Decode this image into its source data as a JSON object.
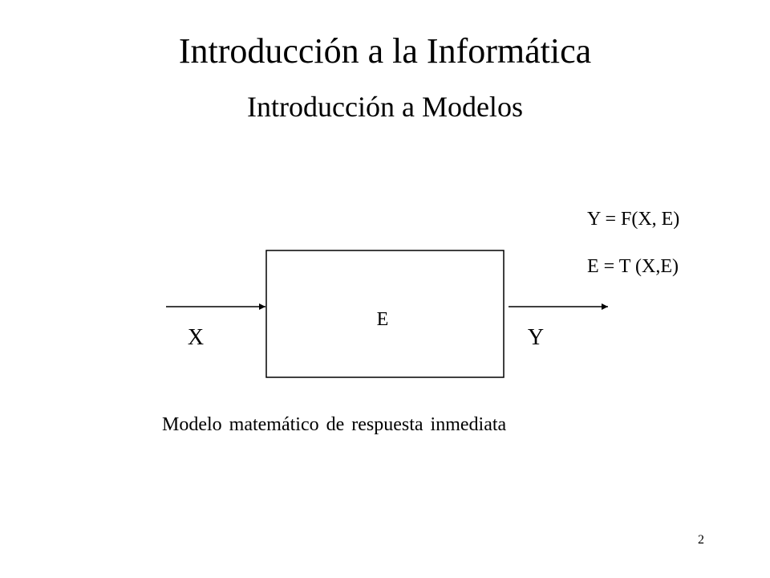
{
  "slide": {
    "title": "Introducción a la Informática",
    "subtitle": "Introducción a Modelos",
    "equations": [
      "Y = F(X, E)",
      "E = T (X,E)"
    ],
    "diagram": {
      "system_label": "E",
      "input_label": "X",
      "output_label": "Y"
    },
    "caption": "Modelo matemático de respuesta inmediata",
    "page_number": "2"
  }
}
